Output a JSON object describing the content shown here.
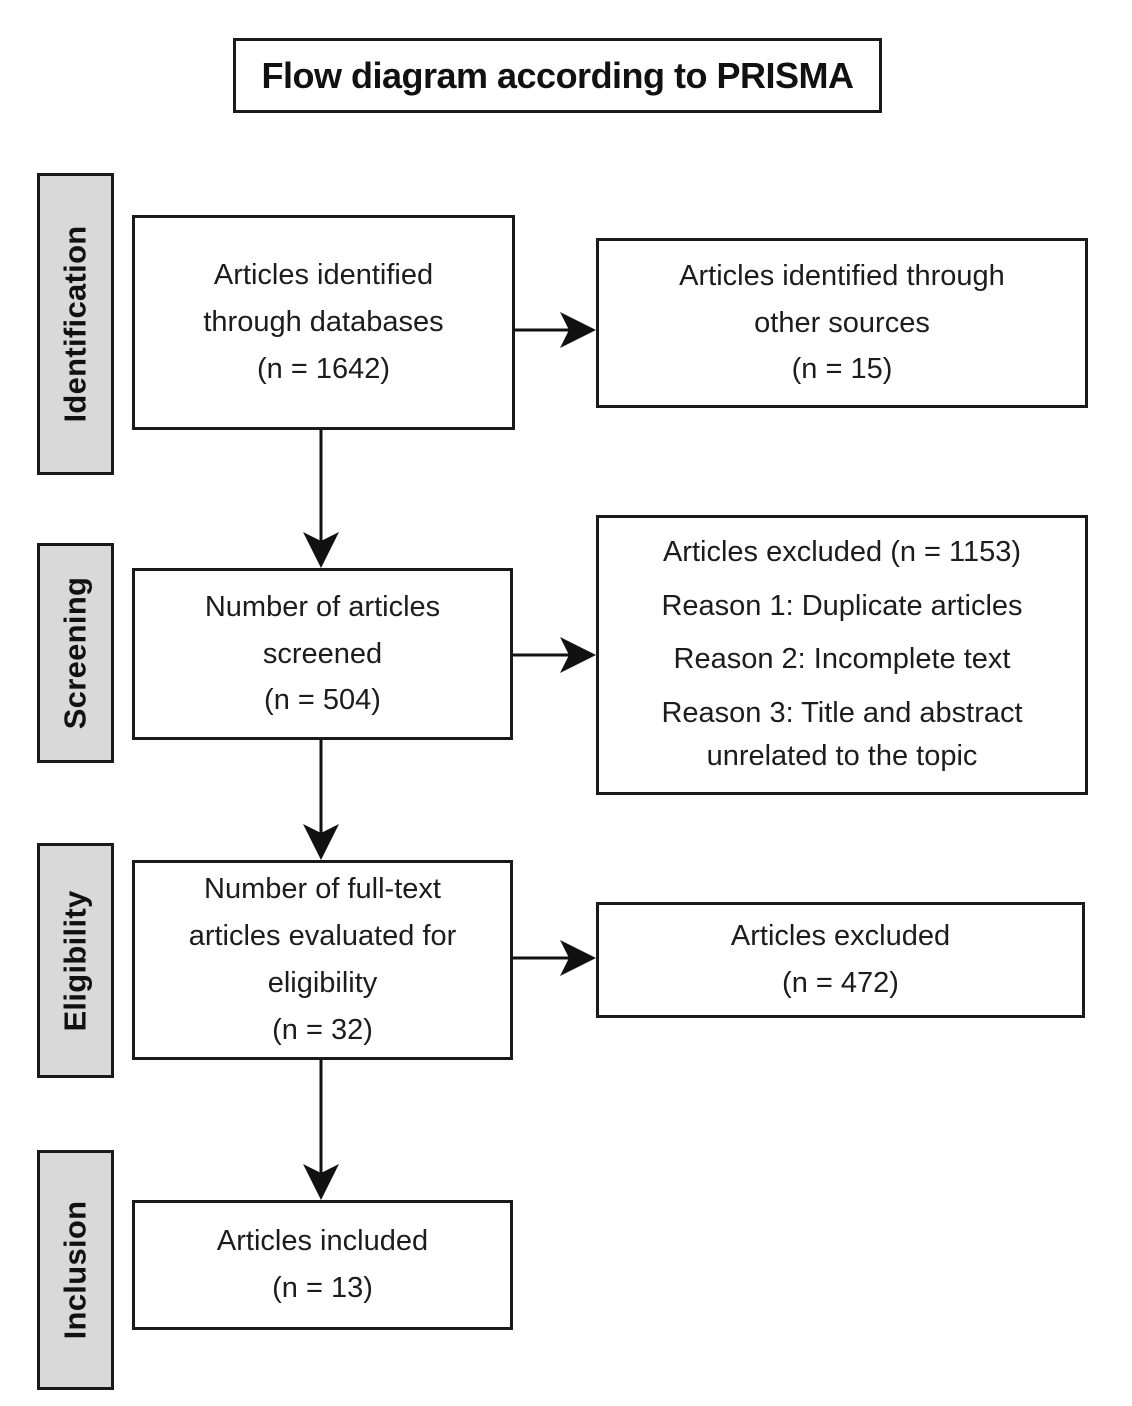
{
  "title": "Flow diagram according to PRISMA",
  "sidebar": {
    "identification": "Identification",
    "screening": "Screening",
    "eligibility": "Eligibility",
    "inclusion": "Inclusion"
  },
  "boxes": {
    "identified_databases": {
      "lines": [
        "Articles identified",
        "through databases",
        "(n = 1642)"
      ]
    },
    "identified_other": {
      "lines": [
        "Articles identified through",
        "other sources",
        "(n = 15)"
      ]
    },
    "screened": {
      "lines": [
        "Number of articles",
        "screened",
        "(n = 504)"
      ]
    },
    "excluded_screening": {
      "items": [
        "Articles excluded (n = 1153)",
        "Reason 1: Duplicate articles",
        "Reason 2: Incomplete text",
        "Reason 3: Title and abstract unrelated to the topic"
      ]
    },
    "fulltext": {
      "lines": [
        "Number of full-text",
        "articles evaluated for",
        "eligibility",
        "(n = 32)"
      ]
    },
    "excluded_eligibility": {
      "lines": [
        "Articles excluded",
        "(n = 472)"
      ]
    },
    "included": {
      "lines": [
        "Articles included",
        "(n = 13)"
      ]
    }
  },
  "colors": {
    "background": "#ffffff",
    "box_border": "#1a1a1a",
    "stage_fill": "#d9d9d9",
    "arrow": "#111111"
  }
}
